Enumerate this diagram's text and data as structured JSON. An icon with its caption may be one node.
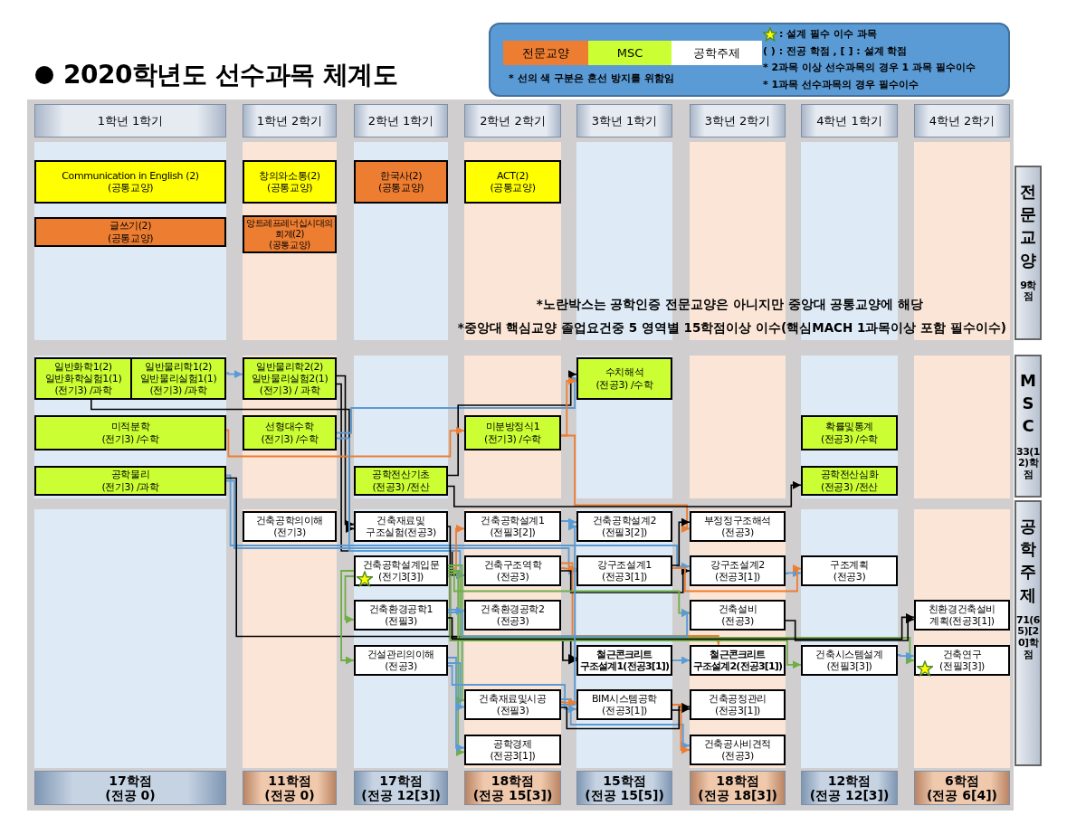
{
  "diagram": {
    "title": "2020학년도 선수과목 체계도",
    "nodes": [
      {
        "text": [
          "1학년 1학기"
        ]
      },
      {
        "text": [
          "1학년 2학기"
        ]
      },
      {
        "text": [
          "2학년 1학기"
        ]
      },
      {
        "text": [
          "2학년 2학기"
        ]
      },
      {
        "text": [
          "3학년 1학기"
        ]
      },
      {
        "text": [
          "3학년 2학기"
        ]
      },
      {
        "text": [
          "4학년 1학기"
        ]
      },
      {
        "text": [
          "4학년 2학기"
        ]
      },
      {
        "text": [
          "전문교양",
          "9학점"
        ]
      },
      {
        "text": [
          "MSC",
          "33(12)학점"
        ]
      },
      {
        "text": [
          "공학주제",
          "71(65)[20]학점"
        ]
      },
      {
        "text": [
          "Communication in English (2) (공통교양)"
        ]
      },
      {
        "text": [
          "창의와소통(2) (공통교양)"
        ]
      },
      {
        "text": [
          "한국사(2) (공통교양)"
        ]
      },
      {
        "text": [
          "ACT(2) (공통교양)"
        ]
      },
      {
        "text": [
          "글쓰기(2) (공통교양)"
        ]
      },
      {
        "text": [
          "앙트레프레너십시대의회계(2) (공통교양)"
        ]
      },
      {
        "text": [
          "일반화학1(2) 일반화학실험1(1) (전기3) /과학"
        ]
      },
      {
        "text": [
          "일반물리학1(2) 일반물리실험1(1) (전기3) /과학"
        ]
      },
      {
        "text": [
          "일반물리학2(2) 일반물리실험2(1) (전기3) / 과학"
        ]
      },
      {
        "text": [
          "수치해석 (전공3) /수학"
        ]
      },
      {
        "text": [
          "미적분학 (전기3) /수학"
        ]
      },
      {
        "text": [
          "선형대수학 (전기3) /수학"
        ]
      },
      {
        "text": [
          "미분방정식1 (전기3) /수학"
        ]
      },
      {
        "text": [
          "확률및통계 (전공3) /수학"
        ]
      },
      {
        "text": [
          "공학물리 (전기3) /과학"
        ]
      },
      {
        "text": [
          "공학전산기초 (전공3) /전산"
        ]
      },
      {
        "text": [
          "공학전산심화 (전공3) /전산"
        ]
      },
      {
        "text": [
          "건축공학의이해 (전기3)"
        ]
      },
      {
        "text": [
          "건축재료및 구조실험(전공3)"
        ]
      },
      {
        "text": [
          "건축공학설계1 (전필3[2])"
        ]
      },
      {
        "text": [
          "건축공학설계2 (전필3[2])"
        ]
      },
      {
        "text": [
          "부정정구조해석 (전공3)"
        ]
      },
      {
        "text": [
          "건축공학설계입문 (전기3[3])"
        ]
      },
      {
        "text": [
          "건축구조역학 (전공3)"
        ]
      },
      {
        "text": [
          "강구조설계1 (전공3[1])"
        ]
      },
      {
        "text": [
          "강구조설계2 (전공3[1])"
        ]
      },
      {
        "text": [
          "구조계획 (전공3)"
        ]
      },
      {
        "text": [
          "건축환경공학1 (전필3)"
        ]
      },
      {
        "text": [
          "건축환경공학2 (전공3)"
        ]
      },
      {
        "text": [
          "건축설비 (전공3)"
        ]
      },
      {
        "text": [
          "친환경건축설비 계획(전공3[1])"
        ]
      },
      {
        "text": [
          "건설관리의이해 (전공3)"
        ]
      },
      {
        "text": [
          "철근콘크리트 구조설계1(전공3[1])"
        ]
      },
      {
        "text": [
          "철근콘크리트 구조설계2(전공3[1])"
        ]
      },
      {
        "text": [
          "건축시스템설계 (전필3[3])"
        ]
      },
      {
        "text": [
          "건축연구 (전필3[3])"
        ]
      },
      {
        "text": [
          "건축재료및시공 (전필3)"
        ]
      },
      {
        "text": [
          "BIM시스템공학 (전공3[1])"
        ]
      },
      {
        "text": [
          "건축공정관리 (전공3[1])"
        ]
      },
      {
        "text": [
          "공학경제 (전공3[1])"
        ]
      },
      {
        "text": [
          "건축공사비견적 (전공3)"
        ]
      },
      {
        "text": [
          "17학점 (전공 0)"
        ]
      },
      {
        "text": [
          "11학점 (전공 0)"
        ]
      },
      {
        "text": [
          "17학점 (전공 12[3])"
        ]
      },
      {
        "text": [
          "18학점 (전공 15[3])"
        ]
      },
      {
        "text": [
          "15학점 (전공 15[5])"
        ]
      },
      {
        "text": [
          "18학점 (전공 18[3])"
        ]
      },
      {
        "text": [
          "12학점 (전공 12[3])"
        ]
      },
      {
        "text": [
          "6학점 (전공 6[4])"
        ]
      }
    ],
    "edges": [
      {
        "from": 18,
        "to": 19,
        "arrow": "to"
      },
      {
        "from": 17,
        "to": 29,
        "arrow": "to",
        "color": "#000000"
      },
      {
        "from": 19,
        "to": 29,
        "arrow": "to",
        "color": "#000000"
      },
      {
        "from": 19,
        "to": 34,
        "arrow": "to",
        "color": "#000000"
      },
      {
        "from": 22,
        "to": 20,
        "arrow": "to"
      },
      {
        "from": 26,
        "to": 20,
        "arrow": "to",
        "color": "#000000"
      },
      {
        "from": 23,
        "to": 20,
        "arrow": "to",
        "color": "#ed7d31"
      },
      {
        "from": 21,
        "to": 23,
        "arrow": "to",
        "color": "#ed7d31"
      },
      {
        "from": 22,
        "to": 34,
        "arrow": "to"
      },
      {
        "from": 25,
        "to": 35,
        "arrow": "to"
      },
      {
        "from": 25,
        "to": 36,
        "arrow": "to"
      },
      {
        "from": 23,
        "to": 32,
        "arrow": "to",
        "color": "#ed7d31"
      },
      {
        "from": 25,
        "to": 43,
        "arrow": "to",
        "color": "#000000"
      },
      {
        "from": 26,
        "to": 27,
        "arrow": "to",
        "color": "#000000"
      },
      {
        "from": 29,
        "to": 43,
        "arrow": "to",
        "color": "#000000"
      },
      {
        "from": 30,
        "to": 31,
        "arrow": "to"
      },
      {
        "from": 33,
        "to": 30,
        "arrow": "to",
        "color": "#ed7d31"
      },
      {
        "from": 34,
        "to": 35,
        "arrow": "to",
        "color": "#ed7d31"
      },
      {
        "from": 34,
        "to": 44,
        "arrow": "to",
        "color": "#ed7d31"
      },
      {
        "from": 34,
        "to": 36,
        "arrow": "to",
        "color": "#000000"
      },
      {
        "from": 35,
        "to": 32,
        "arrow": "to",
        "color": "#000000"
      },
      {
        "from": 36,
        "to": 37,
        "arrow": "to"
      },
      {
        "from": 35,
        "to": 37,
        "arrow": "to",
        "color": "#ed7d31"
      },
      {
        "from": 33,
        "to": 38,
        "arrow": "to",
        "color": "#70ad47"
      },
      {
        "from": 33,
        "to": 42,
        "arrow": "to",
        "color": "#70ad47"
      },
      {
        "from": 33,
        "to": 47,
        "arrow": "to",
        "color": "#70ad47"
      },
      {
        "from": 33,
        "to": 50,
        "arrow": "to",
        "color": "#70ad47"
      },
      {
        "from": 33,
        "to": 40,
        "arrow": "to",
        "color": "#70ad47"
      },
      {
        "from": 33,
        "to": 45,
        "arrow": "to",
        "color": "#70ad47"
      },
      {
        "from": 33,
        "to": 46,
        "arrow": "to",
        "color": "#70ad47"
      },
      {
        "from": 38,
        "to": 39,
        "arrow": "to"
      },
      {
        "from": 38,
        "to": 41,
        "arrow": "to",
        "color": "#000000"
      },
      {
        "from": 38,
        "to": 40,
        "arrow": "to"
      },
      {
        "from": 40,
        "to": 41,
        "arrow": "to",
        "color": "#000000"
      },
      {
        "from": 43,
        "to": 44,
        "arrow": "to"
      },
      {
        "from": 45,
        "to": 46,
        "arrow": "to"
      },
      {
        "from": 42,
        "to": 47,
        "arrow": "to"
      },
      {
        "from": 42,
        "to": 50,
        "arrow": "to"
      },
      {
        "from": 42,
        "to": 48,
        "arrow": "to"
      },
      {
        "from": 47,
        "to": 31,
        "arrow": "to"
      },
      {
        "from": 47,
        "to": 51,
        "arrow": "to"
      },
      {
        "from": 47,
        "to": 49,
        "arrow": "to",
        "color": "#000000"
      },
      {
        "from": 47,
        "to": 48,
        "arrow": "to",
        "color": "#ed7d31"
      },
      {
        "from": 48,
        "to": 49,
        "arrow": "to",
        "color": "#000000"
      },
      {
        "from": 48,
        "to": 51,
        "arrow": "to",
        "color": "#ed7d31"
      }
    ],
    "labels": [
      "( ) : 전공 학점 , [ ] : 설계 학점",
      "* 2과목 이상 선수과목의 경우 1 과목 필수이수",
      "* 1과목 선수과목의 경우 필수이수",
      "* 선의 색 구분은 혼선 방지를 위함임",
      "*노란박스는 공학인증 전문교양은 아니지만 중앙대 공통교양에 해당",
      "*중앙대 핵심교양 졸업요건중 5 영역별 15학점이상 이수(핵심MACH 1과목이상 포함 필수이수)"
    ],
    "legend": [
      {
        "text": "전문교양",
        "color": "#ed7d31"
      },
      {
        "text": "MSC",
        "color": "#ccff33"
      },
      {
        "text": "공학주제",
        "color": "#ffffff"
      },
      {
        "text": ": 설계 필수 이수 과목"
      }
    ]
  }
}
